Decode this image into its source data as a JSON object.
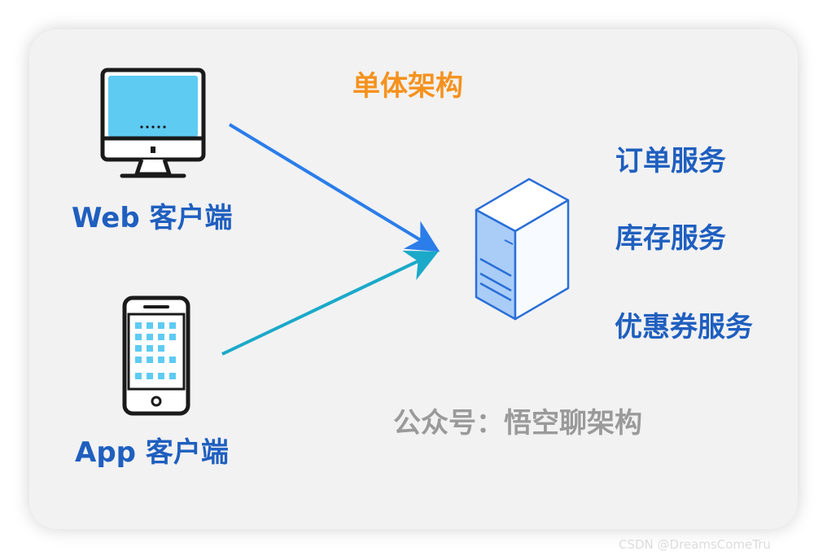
{
  "diagram": {
    "title": "单体架构",
    "clients": [
      {
        "label": "Web 客户端",
        "icon": "desktop-monitor-icon"
      },
      {
        "label": "App 客户端",
        "icon": "mobile-phone-icon"
      }
    ],
    "server": {
      "icon": "server-icon"
    },
    "services": [
      "订单服务",
      "库存服务",
      "优惠券服务"
    ],
    "watermark": "公众号：悟空聊架构",
    "corner_watermark": "CSDN @DreamsComeTru"
  },
  "colors": {
    "title": "#f5921e",
    "labels": "#1f5fbf",
    "web_arrow": "#2b7de9",
    "app_arrow": "#1aa9c9",
    "monitor_screen": "#5ecbf3",
    "server_body": "#a9cdf7",
    "watermark": "#9a9a9a"
  }
}
